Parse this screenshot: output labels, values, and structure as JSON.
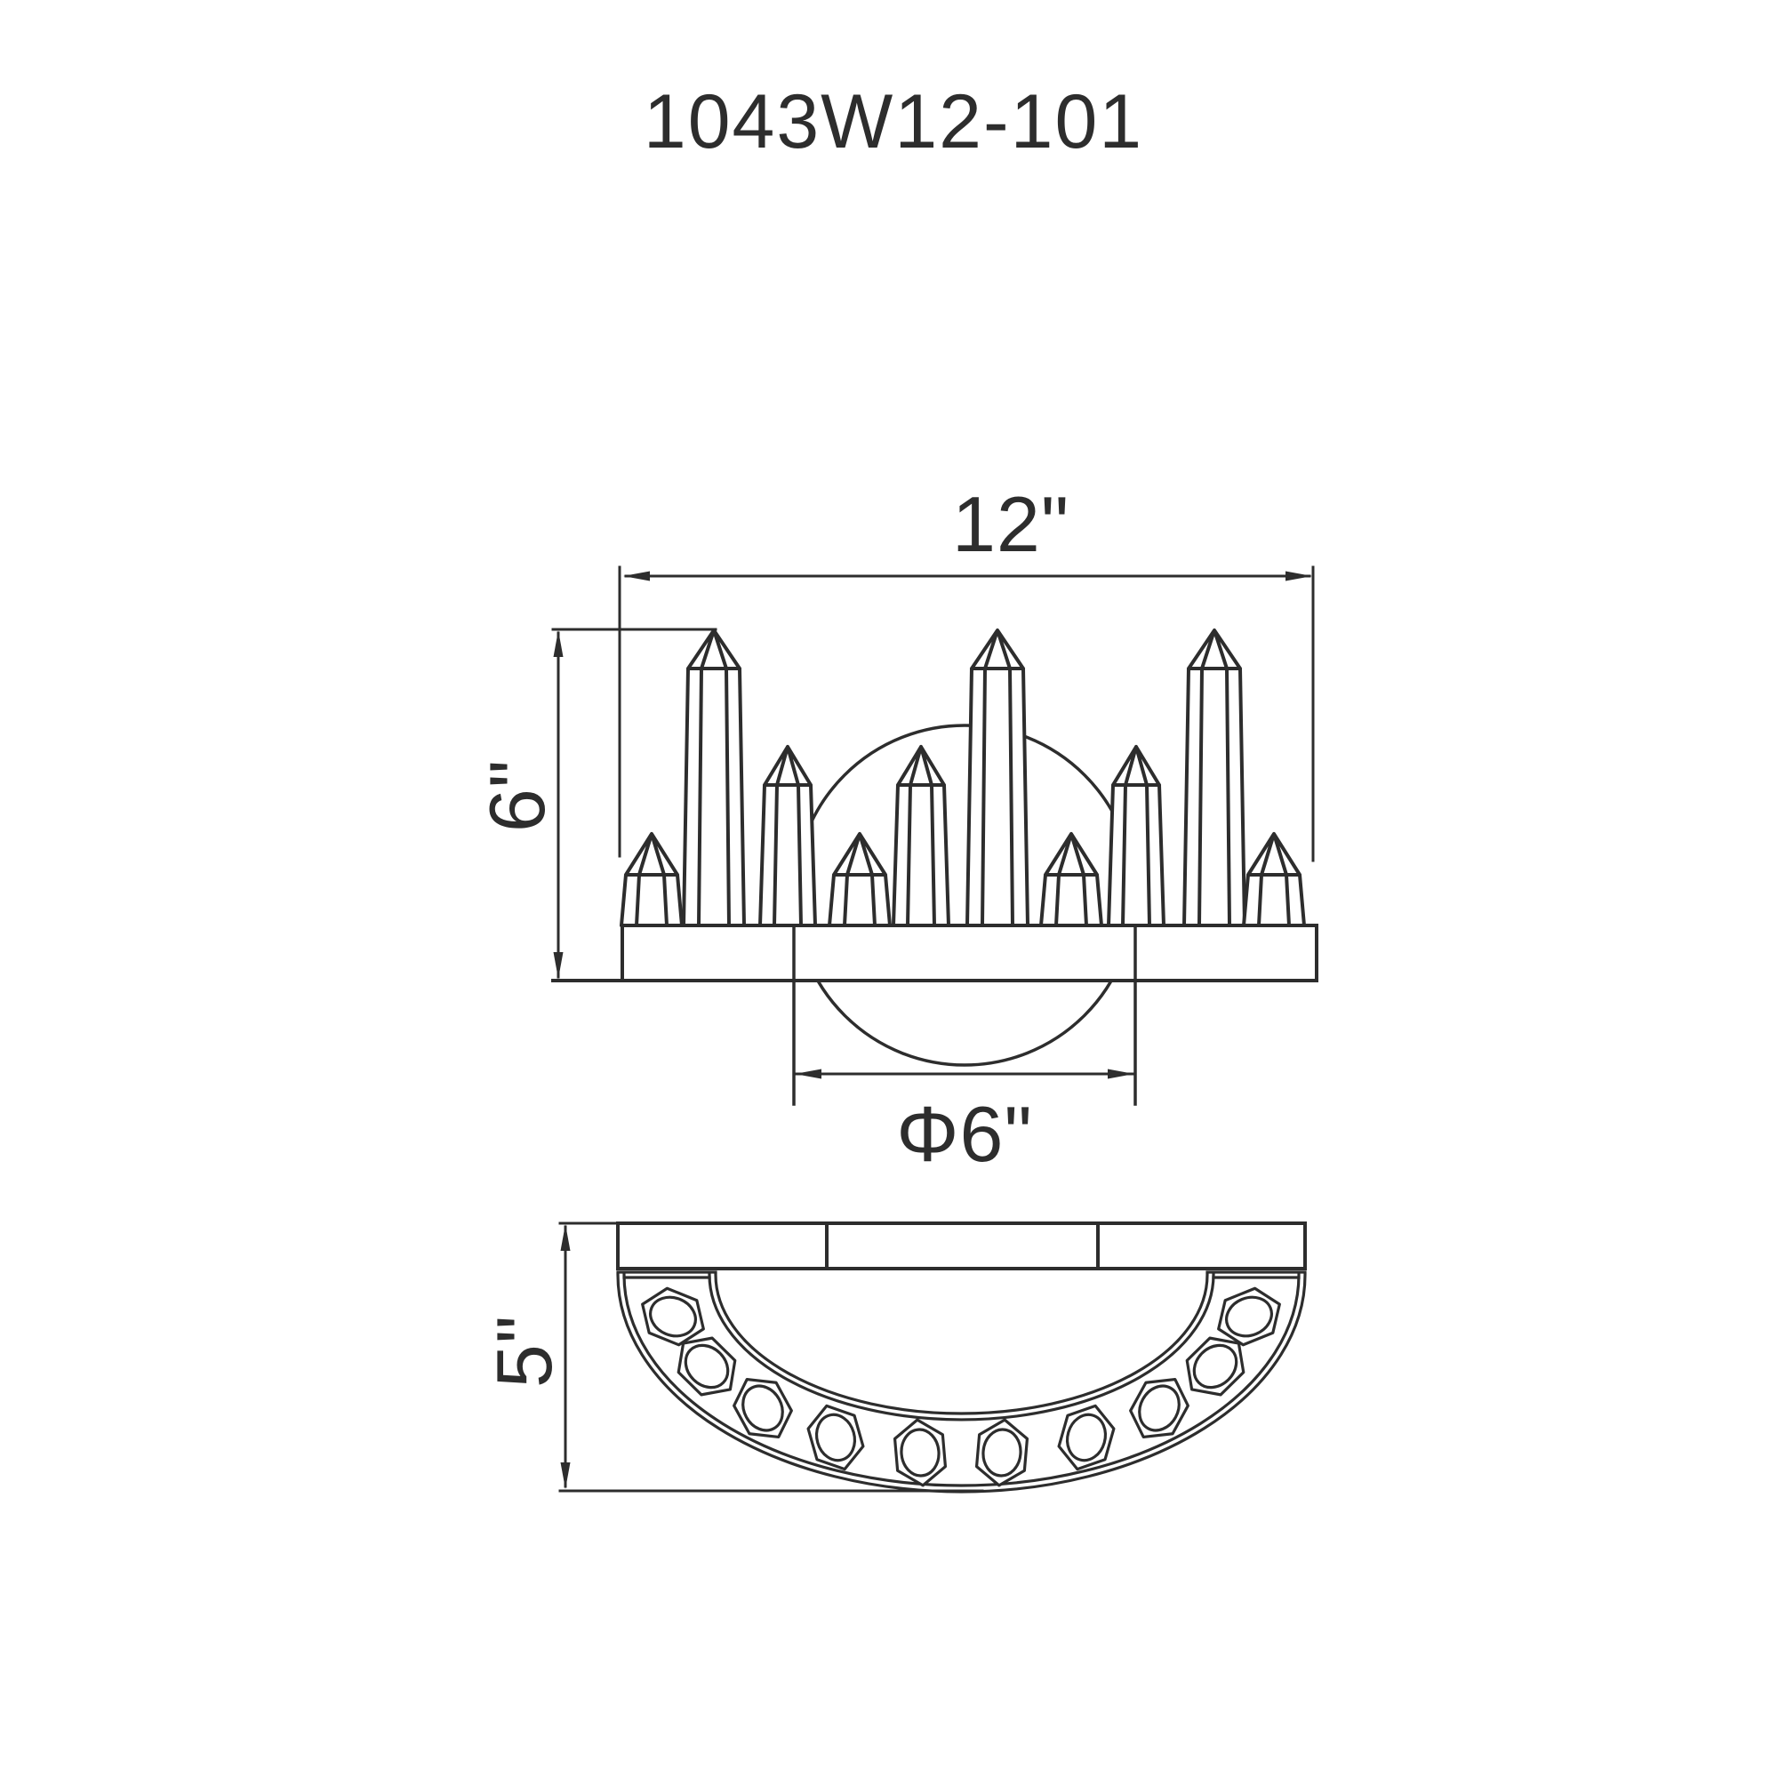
{
  "title": "1043W12-101",
  "front_view": {
    "name": "front-elevation",
    "width_label": "12\"",
    "height_label": "6\"",
    "sphere_diameter_label": "Φ6\"",
    "crystal_count": 10
  },
  "bottom_view": {
    "name": "bottom-plan",
    "depth_label": "5\"",
    "crystal_socket_count": 10
  },
  "colors": {
    "line": "#2d2d2d",
    "background": "#ffffff"
  }
}
